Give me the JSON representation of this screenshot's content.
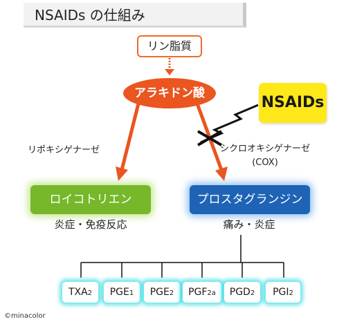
{
  "title": "NSAIDs の仕組み",
  "nodes": {
    "phospholipid": "リン脂質",
    "arachidonic_acid": "アラキドン酸",
    "nsaids": "NSAIDs",
    "leukotriene": "ロイコトリエン",
    "prostaglandin": "プロスタグランジン"
  },
  "enzymes": {
    "lipoxygenase": "リポキシゲナーゼ",
    "cyclooxygenase": "シクロオキシゲナーゼ",
    "cox": "(COX)"
  },
  "effects": {
    "leukotriene": "炎症・免疫反応",
    "prostaglandin": "痛み・炎症"
  },
  "products": [
    {
      "base": "TXA",
      "sub": "2"
    },
    {
      "base": "PGE",
      "sub": "1"
    },
    {
      "base": "PGE",
      "sub": "2"
    },
    {
      "base": "PGF",
      "sub": "2a"
    },
    {
      "base": "PGD",
      "sub": "2"
    },
    {
      "base": "PGI",
      "sub": "2"
    }
  ],
  "copyright": "©minacolor",
  "colors": {
    "orange": "#ea5520",
    "green": "#76b82a",
    "blue": "#1e63b5",
    "yellow": "#ffe81a",
    "cyan_glow": "#3cdce6"
  }
}
